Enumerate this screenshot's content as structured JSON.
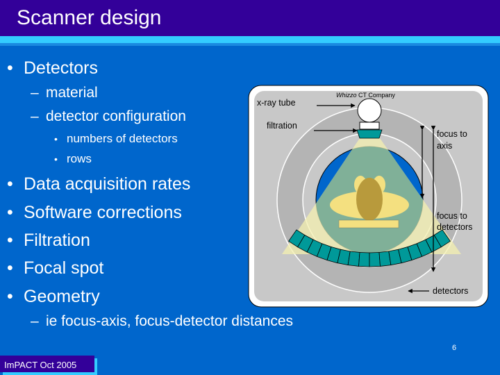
{
  "title": "Scanner design",
  "bullets": {
    "detectors": "Detectors",
    "material": "material",
    "detector_configuration": "detector configuration",
    "numbers_of_detectors": "numbers of detectors",
    "rows": "rows",
    "data_acquisition": "Data acquisition rates",
    "software_corrections": "Software corrections",
    "filtration": "Filtration",
    "focal_spot": "Focal spot",
    "geometry": "Geometry",
    "geometry_sub": "ie focus-axis, focus-detector distances"
  },
  "glyphs": {
    "bullet": "•",
    "dash": "–"
  },
  "diagram": {
    "brand_italic": "Whizzo",
    "brand_rest": " CT Company",
    "xray_tube": "x-ray tube",
    "filtration": "filtration",
    "focus_to_axis_1": "focus to",
    "focus_to_axis_2": "axis",
    "focus_to_detectors_1": "focus to",
    "focus_to_detectors_2": "detectors",
    "detectors": "detectors"
  },
  "page_number": "6",
  "footer": "ImPACT Oct 2005",
  "colors": {
    "background": "#0066cc",
    "title_bar": "#330099",
    "accent": "#33ccff",
    "detector": "#009999"
  }
}
